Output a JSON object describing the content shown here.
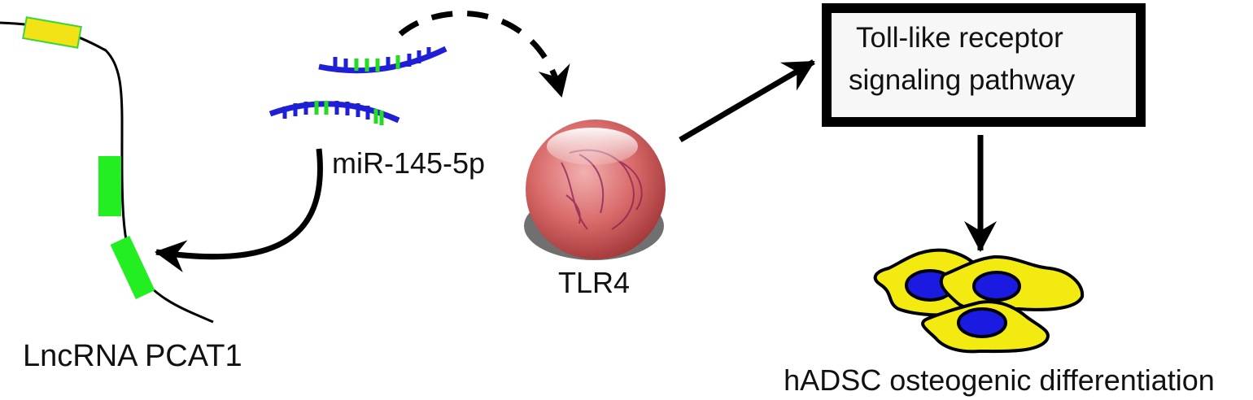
{
  "labels": {
    "lncrna": "LncRNA PCAT1",
    "mirna": "miR-145-5p",
    "receptor": "TLR4",
    "pathway_line1": "Toll-like receptor",
    "pathway_line2": "signaling pathway",
    "outcome": "hADSC osteogenic differentiation"
  },
  "colors": {
    "strand": "#1f1fd6",
    "binding_site": "#22dd22",
    "exon_yellow": "#f2e316",
    "exon_green": "#22ee22",
    "sphere": "#d06060",
    "cell_body": "#f2ea10",
    "cell_nucleus": "#1a1ae0",
    "pathway_box_fill": "#f7f7f7"
  },
  "icons": {
    "mirna_duplex": "mirna-duplex-icon",
    "receptor_sphere": "tlr4-sphere-icon",
    "cells": "cell-cluster-icon"
  }
}
